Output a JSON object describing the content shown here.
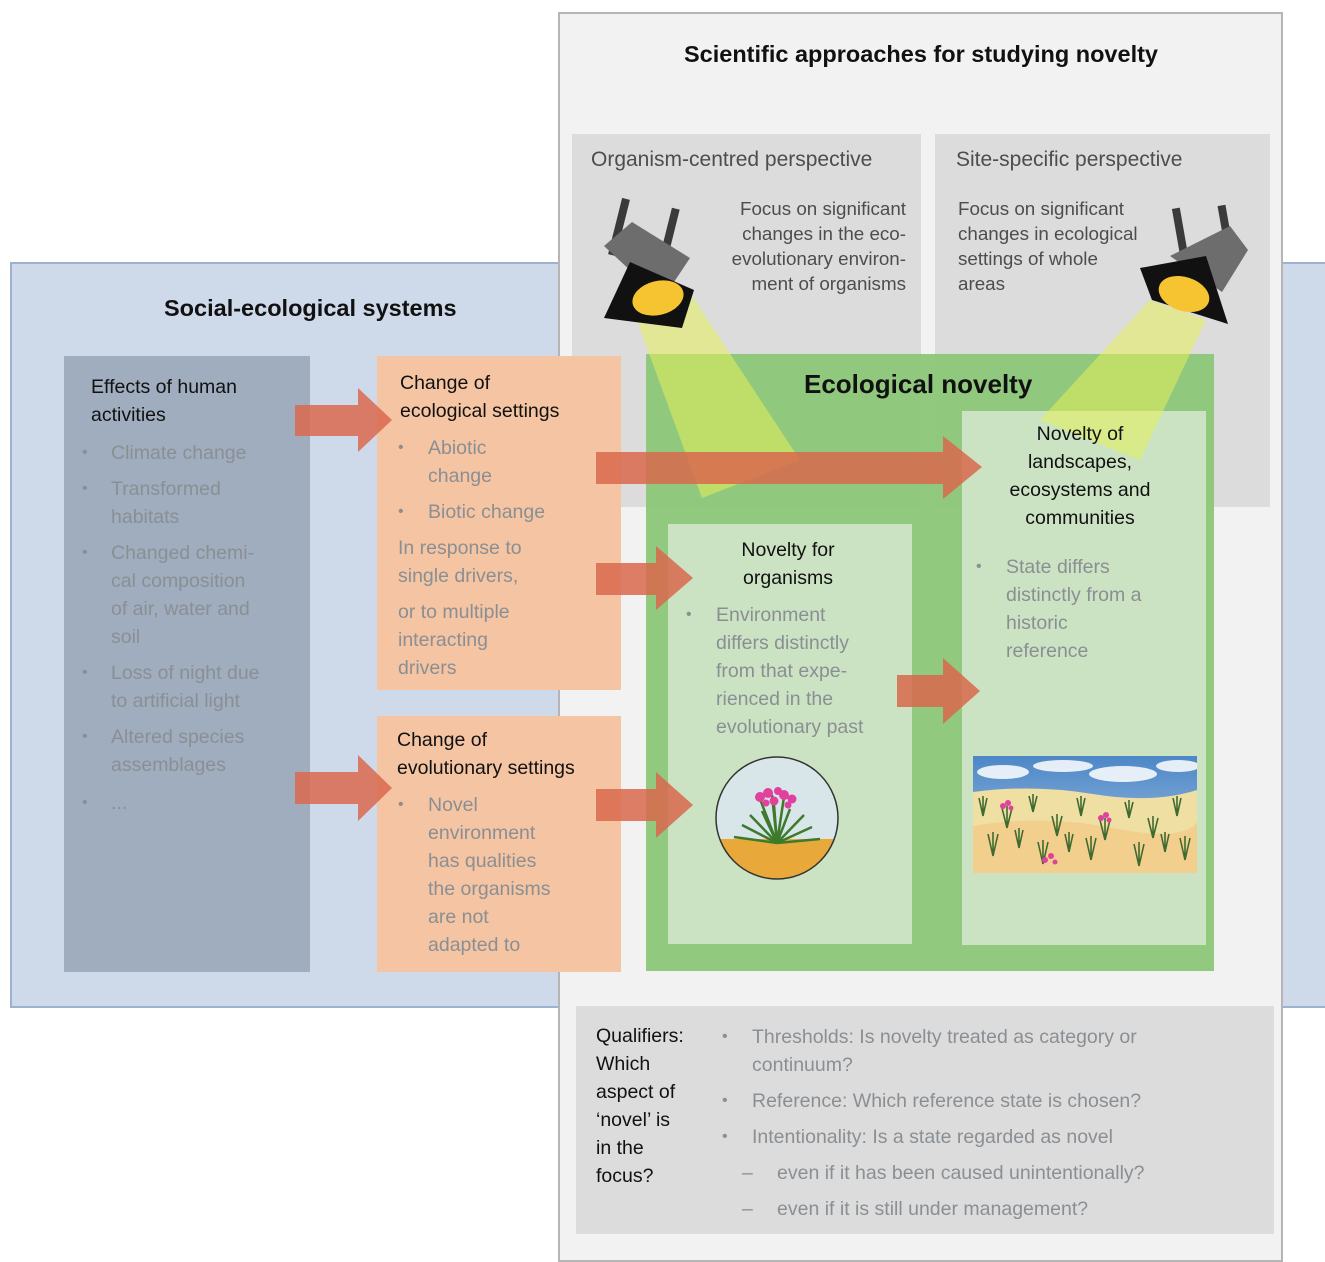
{
  "colors": {
    "social_bg": "#ced9ea",
    "scientific_bg": "#f2f2f2",
    "perspective_bg": "#dcdcdc",
    "human_box": "#9fadbf",
    "change_box": "#f5c4a3",
    "novelty_bg": "#8dc77a",
    "novelty_inner": "#cbe3c2",
    "arrow": "#d9694e",
    "qualifier_bg": "#dcdcdc"
  },
  "scientific": {
    "title": "Scientific approaches for studying novelty"
  },
  "social": {
    "title": "Social-ecological systems"
  },
  "organism_perspective": {
    "title": "Organism-centred perspective",
    "lines": [
      "Focus on significant",
      "changes in the eco-",
      "evolutionary environ-",
      "ment of organisms"
    ],
    "icon": "spotlight-icon"
  },
  "site_perspective": {
    "title": "Site-specific perspective",
    "lines": [
      "Focus on significant",
      "changes in ecological",
      "settings of whole",
      "areas"
    ],
    "icon": "spotlight-icon"
  },
  "human": {
    "title": [
      "Effects of human",
      "activities"
    ],
    "items": [
      [
        "Climate change"
      ],
      [
        "Transformed",
        "habitats"
      ],
      [
        "Changed chemi-",
        "cal composition",
        "of air, water and",
        "soil"
      ],
      [
        "Loss of night due",
        "to artificial light"
      ],
      [
        "Altered species",
        "assemblages"
      ],
      [
        "..."
      ]
    ]
  },
  "eco_change": {
    "title": [
      "Change of",
      "ecological settings"
    ],
    "items": [
      [
        "Abiotic",
        "change"
      ],
      [
        "Biotic change"
      ]
    ],
    "note": [
      "In response to",
      "single drivers,",
      "or to multiple",
      "interacting",
      "drivers"
    ]
  },
  "evo_change": {
    "title": [
      "Change of",
      "evolutionary settings"
    ],
    "items": [
      [
        "Novel",
        "environment",
        "has qualities",
        "the organisms",
        "are not",
        "adapted to"
      ]
    ]
  },
  "novelty": {
    "title": "Ecological novelty"
  },
  "organism_novelty": {
    "title": [
      "Novelty for",
      "organisms"
    ],
    "items": [
      [
        "Environment",
        "differs distinctly",
        "from that expe-",
        "rienced in the",
        "evolutionary past"
      ]
    ],
    "image": "single-plant-illustration"
  },
  "landscape_novelty": {
    "title": [
      "Novelty of",
      "landscapes,",
      "ecosystems and",
      "communities"
    ],
    "items": [
      [
        "State differs",
        "distinctly from a",
        "historic",
        "reference"
      ]
    ],
    "image": "dune-landscape-illustration"
  },
  "qualifiers": {
    "label": [
      "Qualifiers:",
      "Which",
      "aspect of",
      "‘novel’ is",
      "in the",
      "focus?"
    ],
    "items": [
      [
        "Thresholds: Is novelty treated as category or",
        "continuum?"
      ],
      [
        "Reference: Which reference state is chosen?"
      ],
      [
        "Intentionality: Is a state regarded as novel"
      ]
    ],
    "subitems": [
      "even if it has been caused unintentionally?",
      "even if it is still under management?"
    ]
  }
}
